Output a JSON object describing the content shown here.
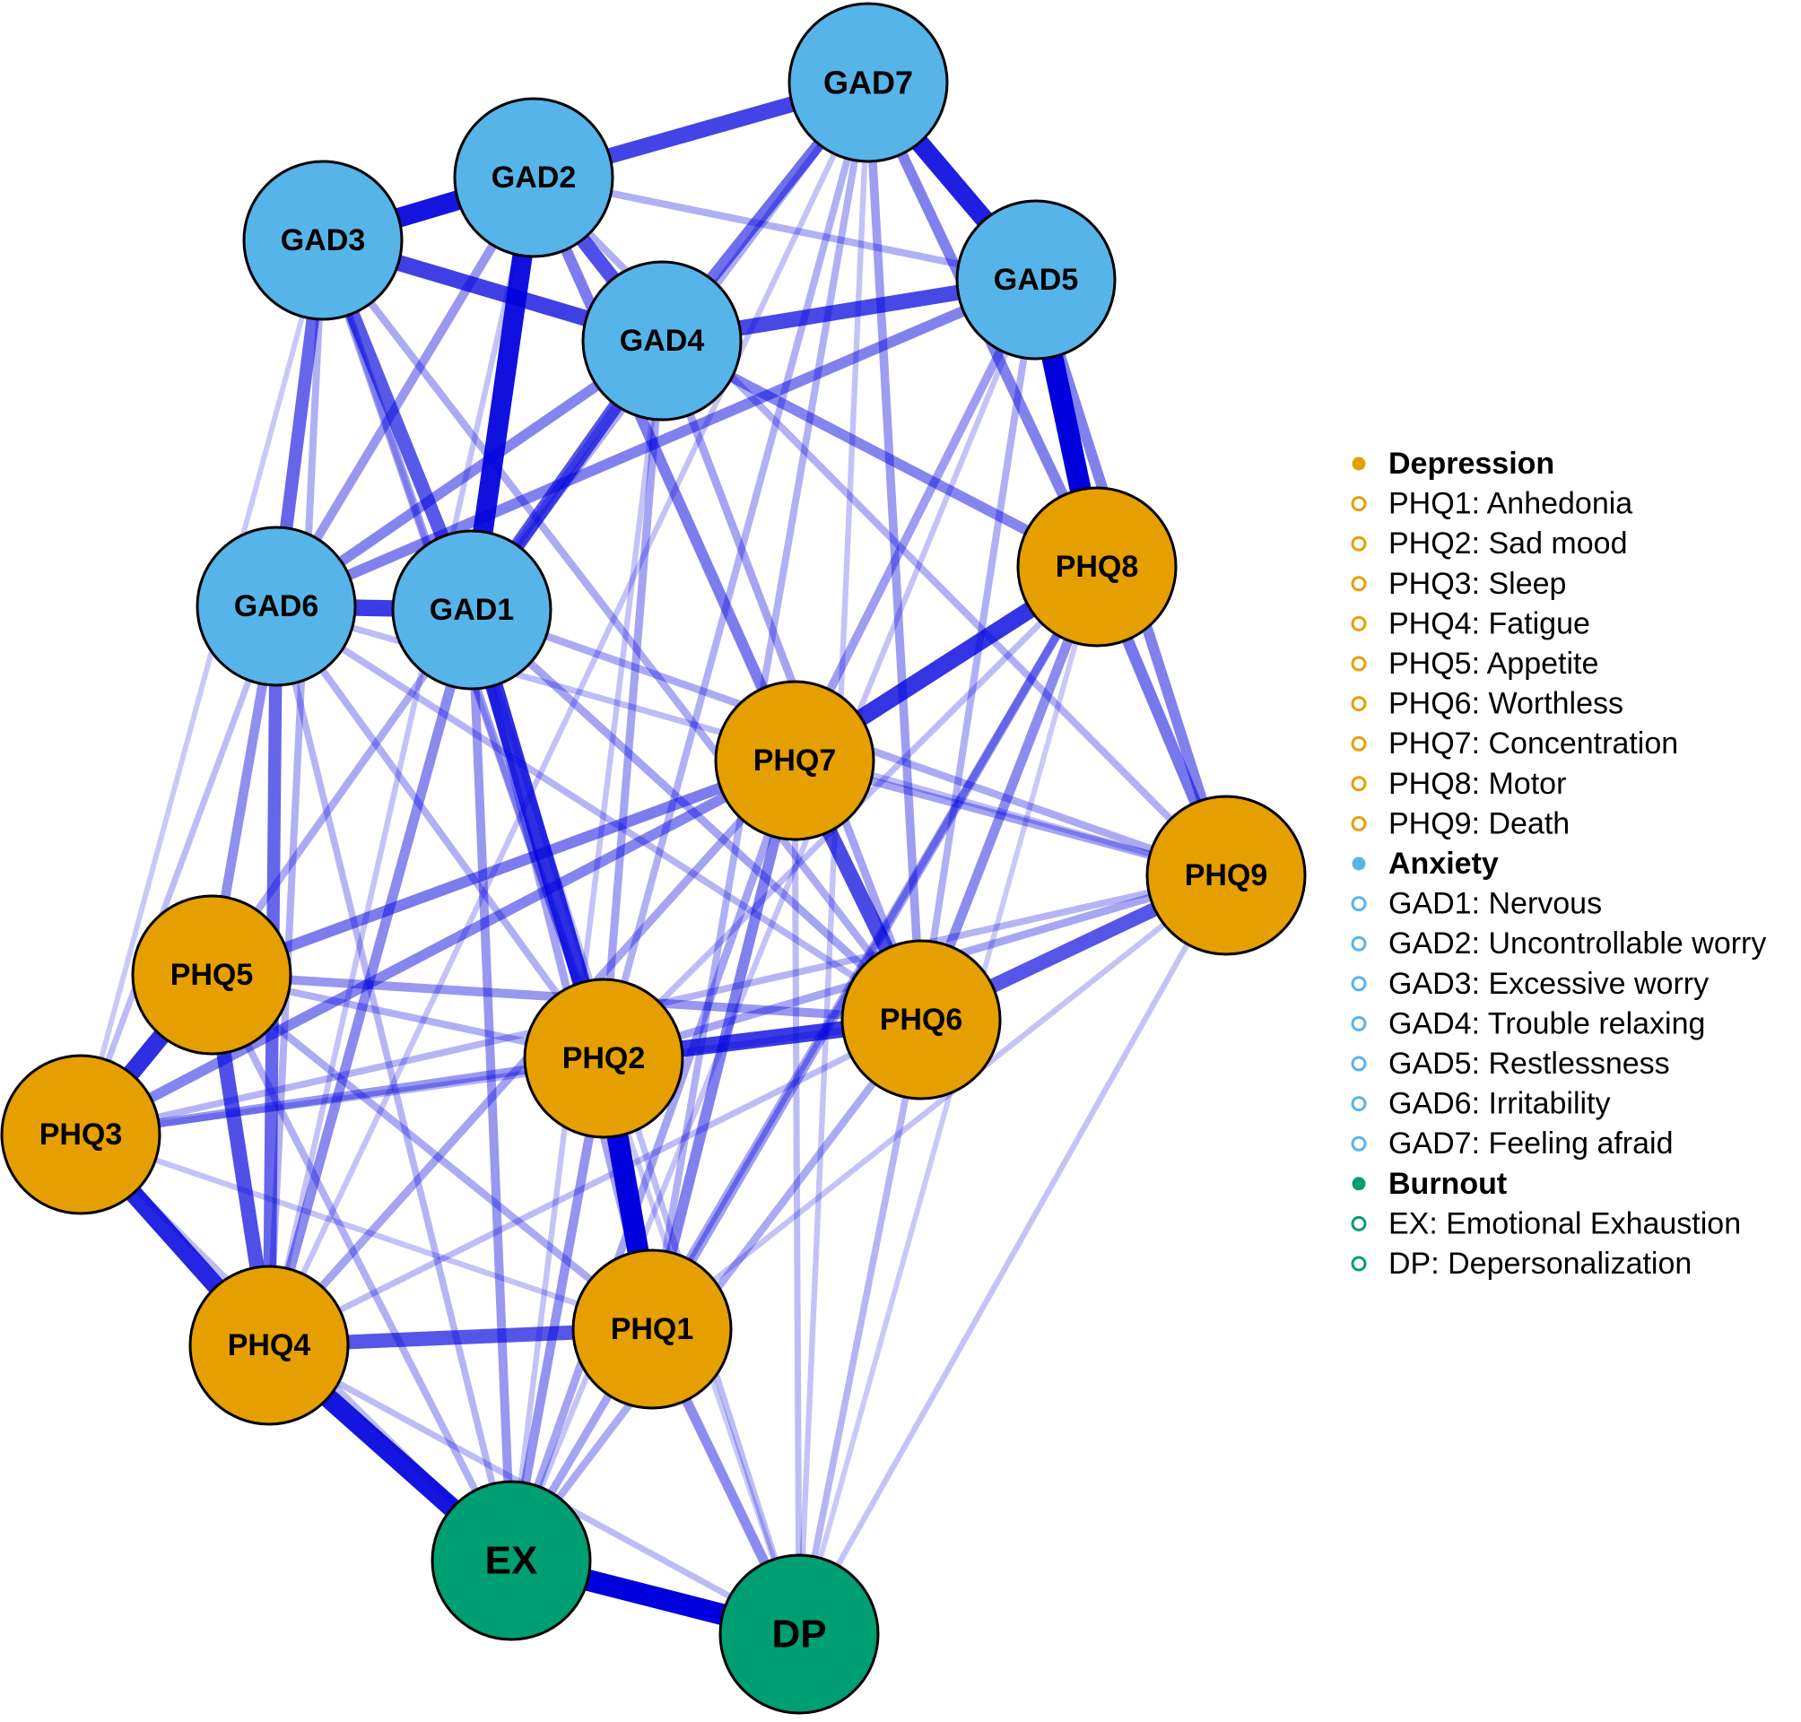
{
  "colors": {
    "Depression": "#E69F00",
    "Anxiety": "#56B4E9",
    "Burnout": "#009E73",
    "edge": "#0000DD",
    "node_border": "#000000"
  },
  "nodes": [
    {
      "id": "GAD7",
      "label": "GAD7",
      "group": "Anxiety"
    },
    {
      "id": "GAD2",
      "label": "GAD2",
      "group": "Anxiety"
    },
    {
      "id": "GAD3",
      "label": "GAD3",
      "group": "Anxiety"
    },
    {
      "id": "GAD5",
      "label": "GAD5",
      "group": "Anxiety"
    },
    {
      "id": "GAD4",
      "label": "GAD4",
      "group": "Anxiety"
    },
    {
      "id": "GAD6",
      "label": "GAD6",
      "group": "Anxiety"
    },
    {
      "id": "GAD1",
      "label": "GAD1",
      "group": "Anxiety"
    },
    {
      "id": "PHQ8",
      "label": "PHQ8",
      "group": "Depression"
    },
    {
      "id": "PHQ7",
      "label": "PHQ7",
      "group": "Depression"
    },
    {
      "id": "PHQ9",
      "label": "PHQ9",
      "group": "Depression"
    },
    {
      "id": "PHQ5",
      "label": "PHQ5",
      "group": "Depression"
    },
    {
      "id": "PHQ6",
      "label": "PHQ6",
      "group": "Depression"
    },
    {
      "id": "PHQ2",
      "label": "PHQ2",
      "group": "Depression"
    },
    {
      "id": "PHQ3",
      "label": "PHQ3",
      "group": "Depression"
    },
    {
      "id": "PHQ1",
      "label": "PHQ1",
      "group": "Depression"
    },
    {
      "id": "PHQ4",
      "label": "PHQ4",
      "group": "Depression"
    },
    {
      "id": "EX",
      "label": "EX",
      "group": "Burnout"
    },
    {
      "id": "DP",
      "label": "DP",
      "group": "Burnout"
    }
  ],
  "edges": [
    {
      "source": "GAD5",
      "target": "PHQ8",
      "weight": 1.0
    },
    {
      "source": "PHQ2",
      "target": "PHQ1",
      "weight": 1.0
    },
    {
      "source": "EX",
      "target": "DP",
      "weight": 1.0
    },
    {
      "source": "GAD2",
      "target": "GAD1",
      "weight": 0.92
    },
    {
      "source": "GAD3",
      "target": "GAD2",
      "weight": 0.9
    },
    {
      "source": "PHQ4",
      "target": "EX",
      "weight": 0.9
    },
    {
      "source": "GAD7",
      "target": "GAD5",
      "weight": 0.85
    },
    {
      "source": "PHQ3",
      "target": "PHQ4",
      "weight": 0.82
    },
    {
      "source": "PHQ5",
      "target": "PHQ3",
      "weight": 0.78
    },
    {
      "source": "GAD1",
      "target": "PHQ2",
      "weight": 0.78
    },
    {
      "source": "PHQ8",
      "target": "PHQ7",
      "weight": 0.75
    },
    {
      "source": "PHQ2",
      "target": "PHQ6",
      "weight": 0.72
    },
    {
      "source": "GAD6",
      "target": "GAD1",
      "weight": 0.72
    },
    {
      "source": "GAD3",
      "target": "GAD4",
      "weight": 0.7
    },
    {
      "source": "GAD2",
      "target": "GAD7",
      "weight": 0.68
    },
    {
      "source": "GAD4",
      "target": "GAD5",
      "weight": 0.66
    },
    {
      "source": "PHQ7",
      "target": "PHQ6",
      "weight": 0.65
    },
    {
      "source": "GAD2",
      "target": "GAD4",
      "weight": 0.62
    },
    {
      "source": "PHQ6",
      "target": "PHQ9",
      "weight": 0.6
    },
    {
      "source": "GAD4",
      "target": "GAD1",
      "weight": 0.6
    },
    {
      "source": "PHQ5",
      "target": "PHQ4",
      "weight": 0.62
    },
    {
      "source": "PHQ4",
      "target": "PHQ1",
      "weight": 0.6
    },
    {
      "source": "GAD3",
      "target": "GAD1",
      "weight": 0.58
    },
    {
      "source": "GAD3",
      "target": "GAD6",
      "weight": 0.52
    },
    {
      "source": "GAD6",
      "target": "PHQ4",
      "weight": 0.52
    },
    {
      "source": "GAD7",
      "target": "GAD4",
      "weight": 0.48
    },
    {
      "source": "PHQ8",
      "target": "PHQ9",
      "weight": 0.45
    },
    {
      "source": "GAD5",
      "target": "PHQ9",
      "weight": 0.4
    },
    {
      "source": "GAD7",
      "target": "PHQ8",
      "weight": 0.4
    },
    {
      "source": "GAD2",
      "target": "PHQ7",
      "weight": 0.42
    },
    {
      "source": "PHQ7",
      "target": "PHQ5",
      "weight": 0.42
    },
    {
      "source": "PHQ7",
      "target": "PHQ1",
      "weight": 0.4
    },
    {
      "source": "PHQ7",
      "target": "PHQ3",
      "weight": 0.38
    },
    {
      "source": "GAD5",
      "target": "GAD6",
      "weight": 0.4
    },
    {
      "source": "GAD4",
      "target": "PHQ8",
      "weight": 0.38
    },
    {
      "source": "GAD4",
      "target": "GAD6",
      "weight": 0.38
    },
    {
      "source": "GAD1",
      "target": "PHQ4",
      "weight": 0.36
    },
    {
      "source": "PHQ1",
      "target": "DP",
      "weight": 0.35
    },
    {
      "source": "PHQ8",
      "target": "PHQ6",
      "weight": 0.35
    },
    {
      "source": "GAD6",
      "target": "PHQ5",
      "weight": 0.34
    },
    {
      "source": "GAD1",
      "target": "EX",
      "weight": 0.3
    },
    {
      "source": "PHQ2",
      "target": "EX",
      "weight": 0.32
    },
    {
      "source": "PHQ2",
      "target": "PHQ3",
      "weight": 0.3
    },
    {
      "source": "PHQ5",
      "target": "PHQ6",
      "weight": 0.3
    },
    {
      "source": "GAD3",
      "target": "PHQ2",
      "weight": 0.28
    },
    {
      "source": "GAD2",
      "target": "GAD6",
      "weight": 0.3
    },
    {
      "source": "GAD7",
      "target": "PHQ6",
      "weight": 0.28
    },
    {
      "source": "GAD5",
      "target": "PHQ7",
      "weight": 0.28
    },
    {
      "source": "PHQ8",
      "target": "PHQ1",
      "weight": 0.28
    },
    {
      "source": "PHQ8",
      "target": "EX",
      "weight": 0.25
    },
    {
      "source": "PHQ9",
      "target": "PHQ2",
      "weight": 0.24
    },
    {
      "source": "PHQ9",
      "target": "PHQ3",
      "weight": 0.18
    },
    {
      "source": "PHQ7",
      "target": "EX",
      "weight": 0.25
    },
    {
      "source": "PHQ7",
      "target": "PHQ4",
      "weight": 0.25
    },
    {
      "source": "GAD1",
      "target": "PHQ6",
      "weight": 0.25
    },
    {
      "source": "GAD1",
      "target": "PHQ1",
      "weight": 0.25
    },
    {
      "source": "GAD1",
      "target": "PHQ9",
      "weight": 0.22
    },
    {
      "source": "GAD4",
      "target": "PHQ2",
      "weight": 0.25
    },
    {
      "source": "GAD4",
      "target": "PHQ6",
      "weight": 0.25
    },
    {
      "source": "GAD4",
      "target": "PHQ5",
      "weight": 0.22
    },
    {
      "source": "GAD3",
      "target": "PHQ6",
      "weight": 0.22
    },
    {
      "source": "GAD3",
      "target": "PHQ4",
      "weight": 0.2
    },
    {
      "source": "GAD2",
      "target": "GAD5",
      "weight": 0.2
    },
    {
      "source": "GAD2",
      "target": "PHQ9",
      "weight": 0.2
    },
    {
      "source": "GAD7",
      "target": "GAD1",
      "weight": 0.22
    },
    {
      "source": "GAD7",
      "target": "PHQ1",
      "weight": 0.2
    },
    {
      "source": "GAD7",
      "target": "PHQ2",
      "weight": 0.2
    },
    {
      "source": "GAD5",
      "target": "PHQ6",
      "weight": 0.2
    },
    {
      "source": "GAD6",
      "target": "PHQ2",
      "weight": 0.2
    },
    {
      "source": "GAD6",
      "target": "PHQ6",
      "weight": 0.18
    },
    {
      "source": "GAD6",
      "target": "EX",
      "weight": 0.18
    },
    {
      "source": "GAD6",
      "target": "PHQ9",
      "weight": 0.15
    },
    {
      "source": "GAD6",
      "target": "PHQ3",
      "weight": 0.15
    },
    {
      "source": "PHQ5",
      "target": "PHQ1",
      "weight": 0.22
    },
    {
      "source": "PHQ5",
      "target": "EX",
      "weight": 0.2
    },
    {
      "source": "PHQ5",
      "target": "PHQ2",
      "weight": 0.2
    },
    {
      "source": "PHQ6",
      "target": "EX",
      "weight": 0.22
    },
    {
      "source": "PHQ6",
      "target": "PHQ3",
      "weight": 0.18
    },
    {
      "source": "PHQ6",
      "target": "PHQ4",
      "weight": 0.15
    },
    {
      "source": "PHQ6",
      "target": "DP",
      "weight": 0.18
    },
    {
      "source": "PHQ4",
      "target": "DP",
      "weight": 0.15
    },
    {
      "source": "PHQ3",
      "target": "EX",
      "weight": 0.15
    },
    {
      "source": "PHQ3",
      "target": "PHQ1",
      "weight": 0.12
    },
    {
      "source": "PHQ7",
      "target": "DP",
      "weight": 0.15
    },
    {
      "source": "PHQ7",
      "target": "PHQ9",
      "weight": 0.25
    },
    {
      "source": "GAD1",
      "target": "DP",
      "weight": 0.15
    },
    {
      "source": "GAD3",
      "target": "DP",
      "weight": 0.1
    },
    {
      "source": "GAD3",
      "target": "PHQ3",
      "weight": 0.1
    },
    {
      "source": "GAD7",
      "target": "DP",
      "weight": 0.12
    },
    {
      "source": "GAD7",
      "target": "PHQ4",
      "weight": 0.12
    },
    {
      "source": "GAD5",
      "target": "EX",
      "weight": 0.12
    },
    {
      "source": "GAD4",
      "target": "EX",
      "weight": 0.12
    },
    {
      "source": "GAD2",
      "target": "PHQ4",
      "weight": 0.12
    },
    {
      "source": "PHQ9",
      "target": "DP",
      "weight": 0.12
    },
    {
      "source": "PHQ9",
      "target": "PHQ1",
      "weight": 0.12
    },
    {
      "source": "PHQ8",
      "target": "PHQ2",
      "weight": 0.15
    },
    {
      "source": "PHQ8",
      "target": "DP",
      "weight": 0.1
    }
  ],
  "legend": {
    "groups": [
      {
        "name": "Depression",
        "items": [
          "PHQ1: Anhedonia",
          "PHQ2: Sad mood",
          "PHQ3: Sleep",
          "PHQ4: Fatigue",
          "PHQ5: Appetite",
          "PHQ6: Worthless",
          "PHQ7: Concentration",
          "PHQ8: Motor",
          "PHQ9: Death"
        ]
      },
      {
        "name": "Anxiety",
        "items": [
          "GAD1: Nervous",
          "GAD2: Uncontrollable worry",
          "GAD3: Excessive worry",
          "GAD4: Trouble relaxing",
          "GAD5: Restlessness",
          "GAD6: Irritability",
          "GAD7: Feeling afraid"
        ]
      },
      {
        "name": "Burnout",
        "items": [
          "EX: Emotional Exhaustion",
          "DP: Depersonalization"
        ]
      }
    ]
  }
}
